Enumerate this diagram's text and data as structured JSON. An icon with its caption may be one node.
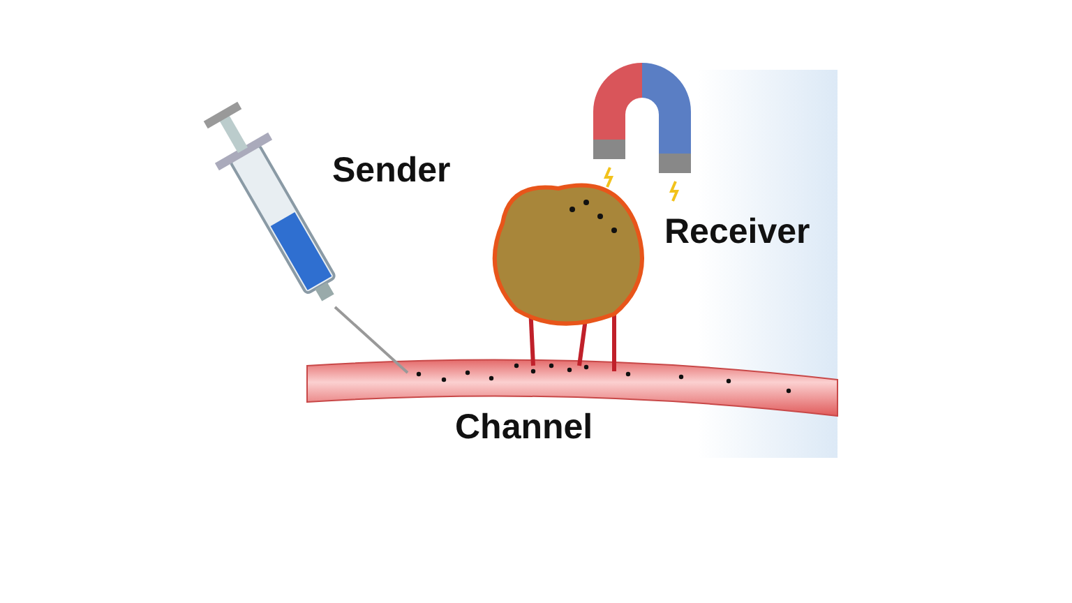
{
  "diagram": {
    "labels": [
      "Sender",
      "Receiver",
      "Channel"
    ]
  }
}
